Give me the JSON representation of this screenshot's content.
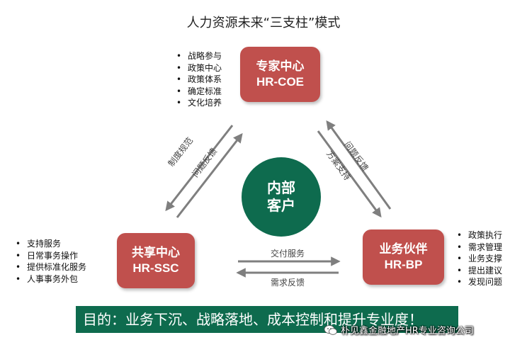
{
  "title": "人力资源未来“三支柱”模式",
  "coe": {
    "name": "专家中心",
    "code": "HR-COE",
    "items": [
      "战略参与",
      "政策中心",
      "政策体系",
      "确定标准",
      "文化培养"
    ]
  },
  "ssc": {
    "name": "共享中心",
    "code": "HR-SSC",
    "items": [
      "支持服务",
      "日常事务操作",
      "提供标准化服务",
      "人事事务外包"
    ]
  },
  "bp": {
    "name": "业务伙伴",
    "code": "HR-BP",
    "items": [
      "政策执行",
      "需求管理",
      "业务支撑",
      "提出建议",
      "发现问题"
    ]
  },
  "center": {
    "line1": "内部",
    "line2": "客户"
  },
  "arrows": {
    "coe_to_ssc": "制度规范",
    "ssc_to_coe": "问题反馈",
    "bp_to_coe": "问题反馈",
    "coe_to_bp": "方案支持",
    "ssc_to_bp": "交付服务",
    "bp_to_ssc": "需求反馈"
  },
  "banner": "目的：业务下沉、战略落地、成本控制和提升专业度！",
  "watermark": "朴见鑫金融地产HR专业咨询公司",
  "colors": {
    "box": "#c0504d",
    "circle": "#0e6b4e",
    "banner": "#0e6b4e",
    "arrow": "#7f7f7f"
  }
}
